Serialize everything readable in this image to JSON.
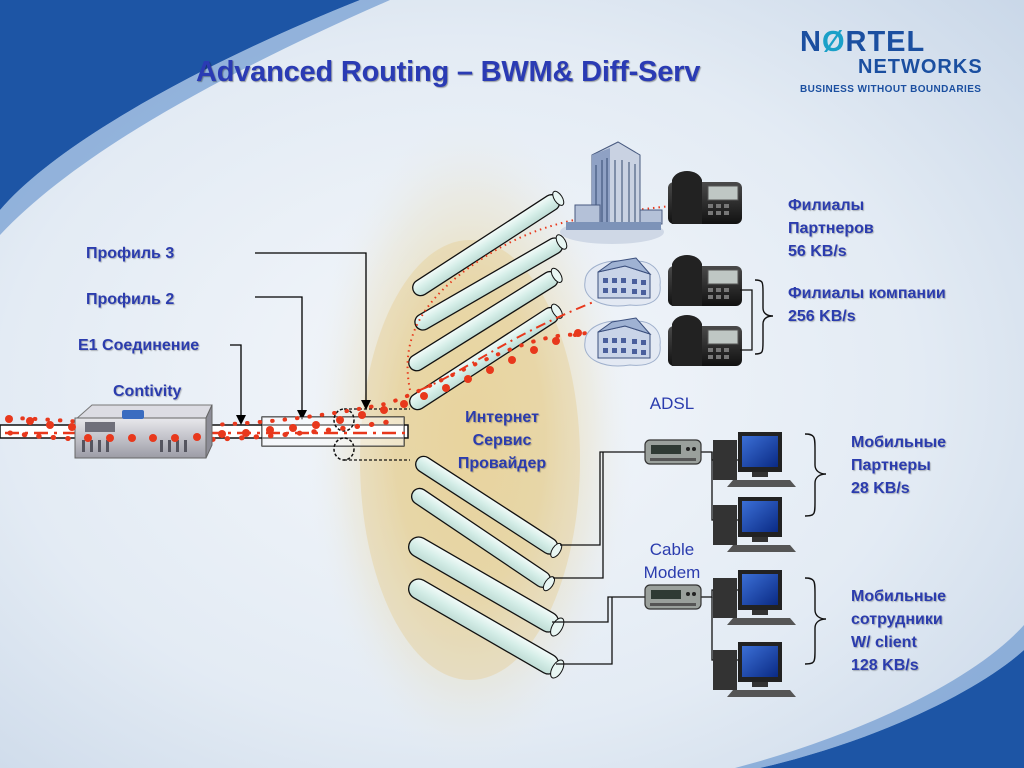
{
  "slide": {
    "title": "Advanced Routing – BWM& Diff-Serv"
  },
  "logo": {
    "line1_prefix": "N",
    "line1_o": "Ø",
    "line1_suffix": "RTEL",
    "line2": "NETWORKS",
    "tagline": "BUSINESS WITHOUT BOUNDARIES"
  },
  "left_labels": {
    "profile3": "Профиль 3",
    "profile2": "Профиль 2",
    "e1": "E1 Соединение",
    "device": "Contivity"
  },
  "isp": {
    "line1": "Интернет",
    "line2": "Сервис",
    "line3": "Провайдер"
  },
  "access": {
    "adsl": "ADSL",
    "cable_line1": "Cable",
    "cable_line2": "Modem"
  },
  "right_labels": {
    "partner_branches": {
      "line1": "Филиалы",
      "line2": "Партнеров",
      "line3": "56 KB/s"
    },
    "company_branches": {
      "line1": "Филиалы компании",
      "line2": "256 KB/s"
    },
    "mobile_partners": {
      "line1": "Мобильные",
      "line2": "Партнеры",
      "line3": "28 KB/s"
    },
    "mobile_employees": {
      "line1": "Мобильные",
      "line2": "сотрудники",
      "line3": "W/ client",
      "line4": "128 KB/s"
    }
  },
  "colors": {
    "title": "#2a3bb4",
    "label": "#2b3cae",
    "flow": "#e8381c",
    "tunnel_fill": "#dff3ef",
    "corner_blue": "#1d55a5"
  }
}
